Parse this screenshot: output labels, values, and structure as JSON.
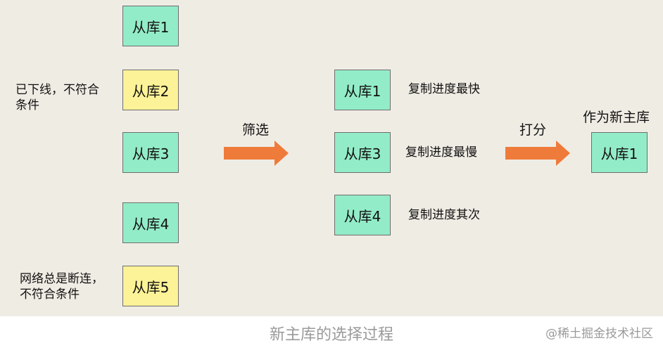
{
  "left_column": [
    {
      "label": "从库1",
      "color": "#93ecc8"
    },
    {
      "label": "从库2",
      "color": "#fcf297"
    },
    {
      "label": "从库3",
      "color": "#93ecc8"
    },
    {
      "label": "从库4",
      "color": "#93ecc8"
    },
    {
      "label": "从库5",
      "color": "#fcf297"
    }
  ],
  "left_notes": {
    "replica2": [
      "已下线，不符合",
      "条件"
    ],
    "replica5": [
      "网络总是断连，",
      "不符合条件"
    ]
  },
  "filter_arrow_label": "筛选",
  "middle_column": [
    {
      "label": "从库1",
      "note": "复制进度最快"
    },
    {
      "label": "从库3",
      "note": "复制进度最慢"
    },
    {
      "label": "从库4",
      "note": "复制进度其次"
    }
  ],
  "score_arrow_label": "打分",
  "result": {
    "title": "作为新主库",
    "label": "从库1"
  },
  "arrow_color": "#ef7b3a",
  "caption": "新主库的选择过程",
  "watermark": "@稀土掘金技术社区"
}
